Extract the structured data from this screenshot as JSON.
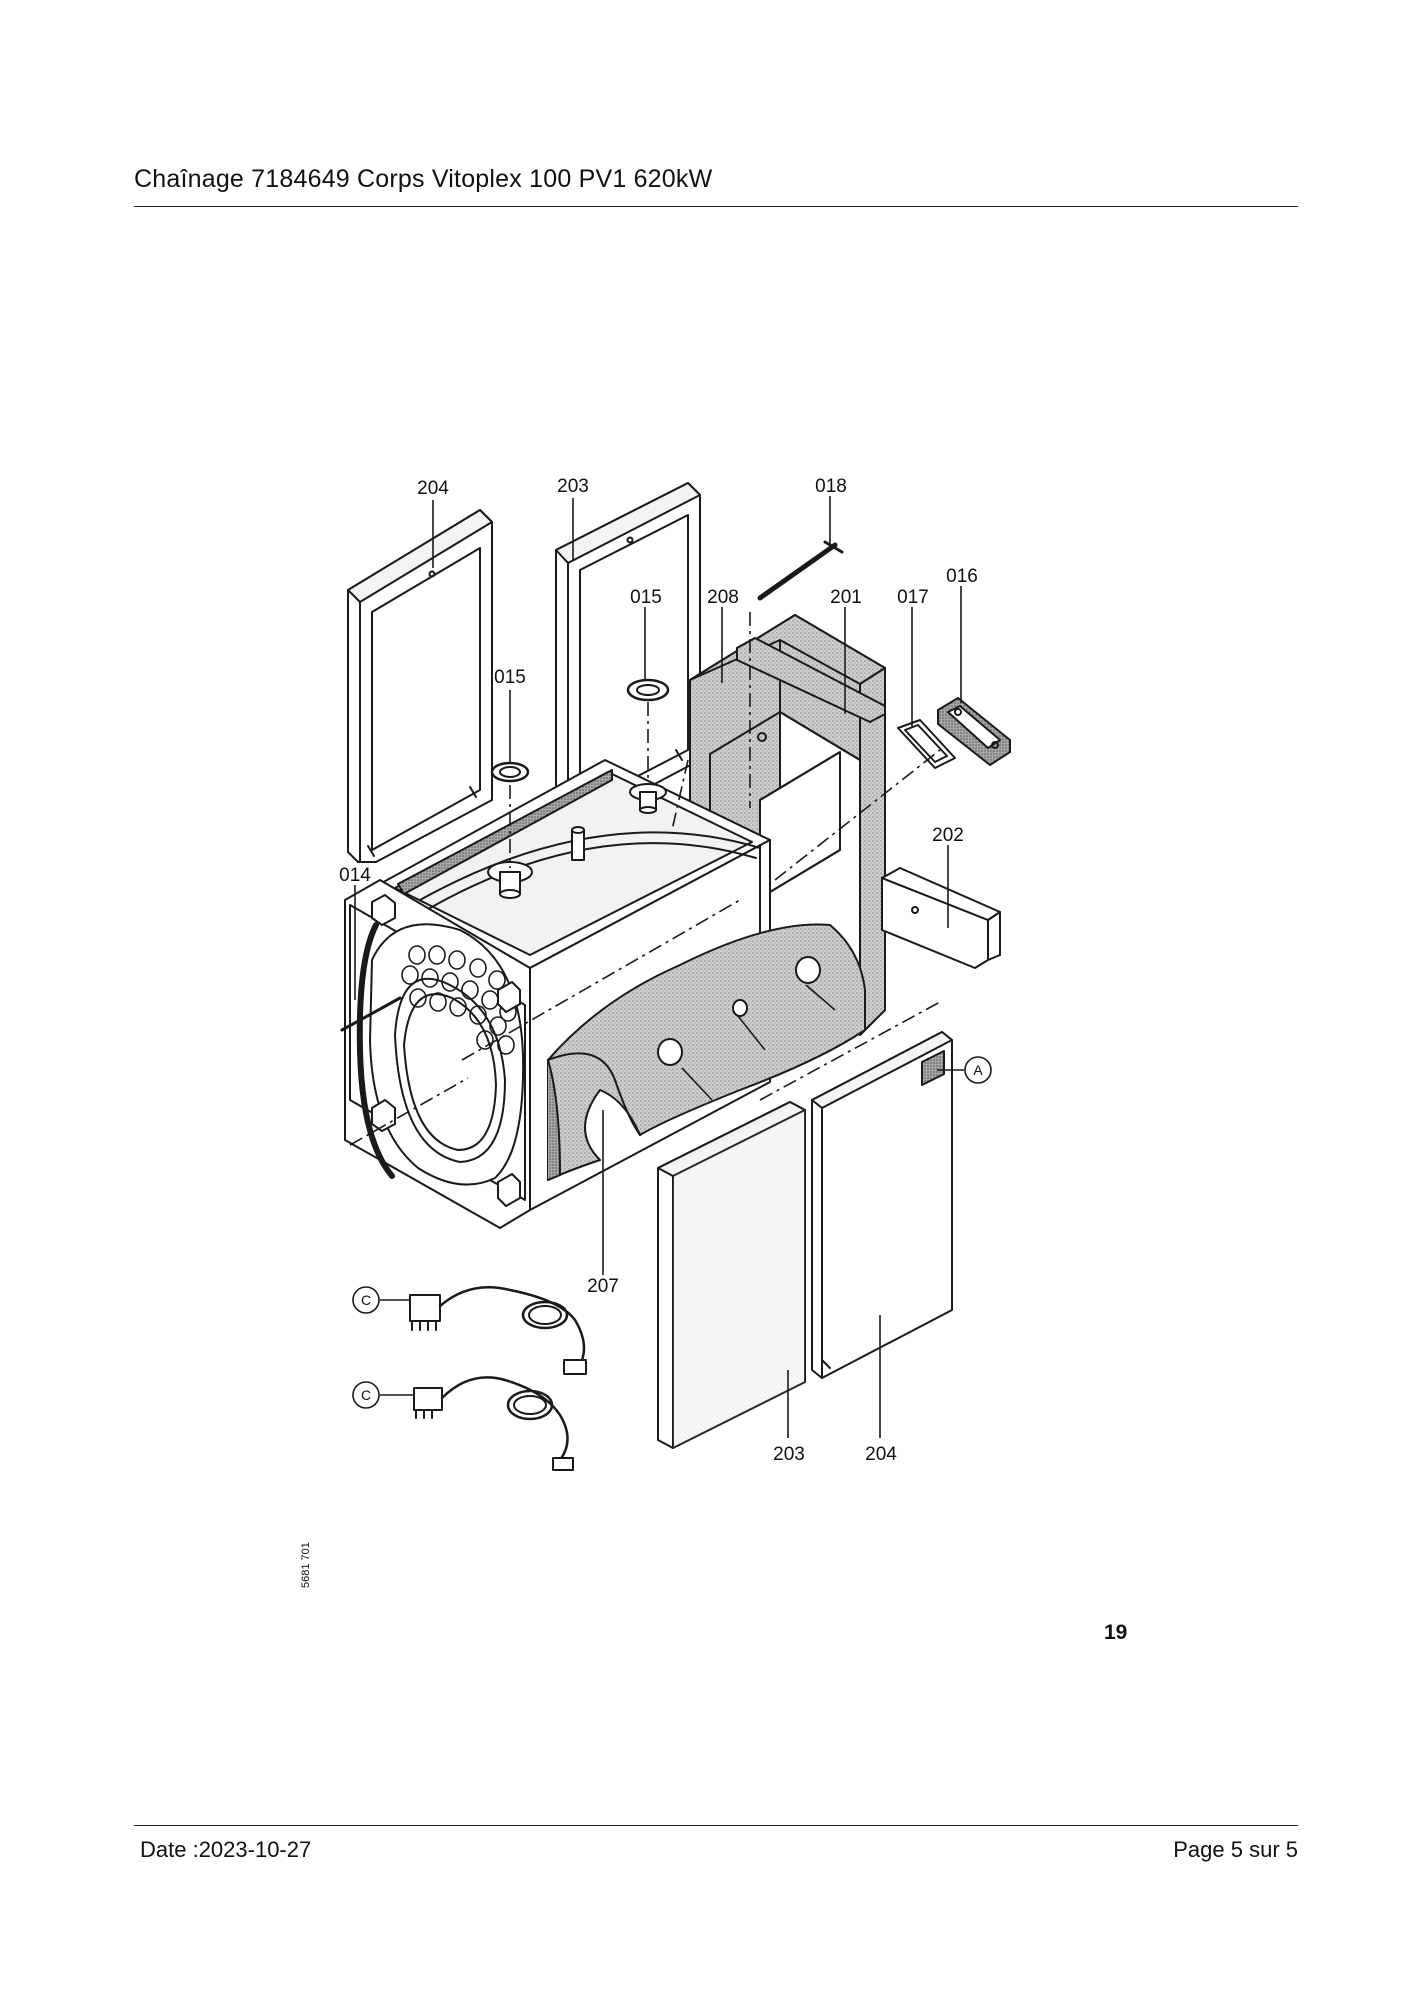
{
  "header": {
    "title": "Chaînage 7184649 Corps Vitoplex 100 PV1 620kW"
  },
  "footer": {
    "date": "Date :2023-10-27",
    "page": "Page 5 sur  5"
  },
  "diagram": {
    "ref_code": "5681 701",
    "page_number": "19",
    "labels": {
      "p204_top": "204",
      "p203_top": "203",
      "p018": "018",
      "p016": "016",
      "p015_right": "015",
      "p208": "208",
      "p201": "201",
      "p017": "017",
      "p015_left": "015",
      "p202": "202",
      "p014": "014",
      "pA": "A",
      "p207": "207",
      "pC1": "C",
      "pC2": "C",
      "p203_bottom": "203",
      "p204_bottom": "204"
    }
  }
}
